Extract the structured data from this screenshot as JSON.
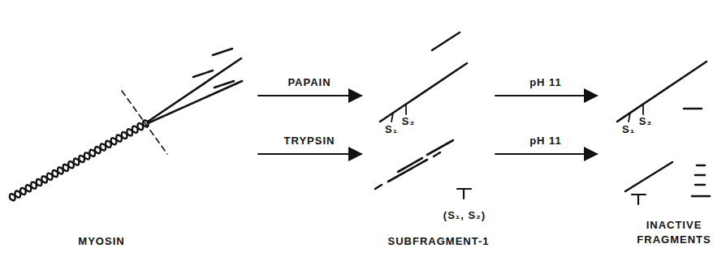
{
  "diagram": {
    "labels": [
      "PAPAIN",
      "S₁",
      "S₂",
      "pH 11",
      "S₁",
      "S₂",
      "TRYPSIN",
      "pH 11",
      "(S₁, S₂)",
      "MYOSIN",
      "SUBFRAGMENT-1",
      "INACTIVE FRAGMENTS"
    ]
  }
}
